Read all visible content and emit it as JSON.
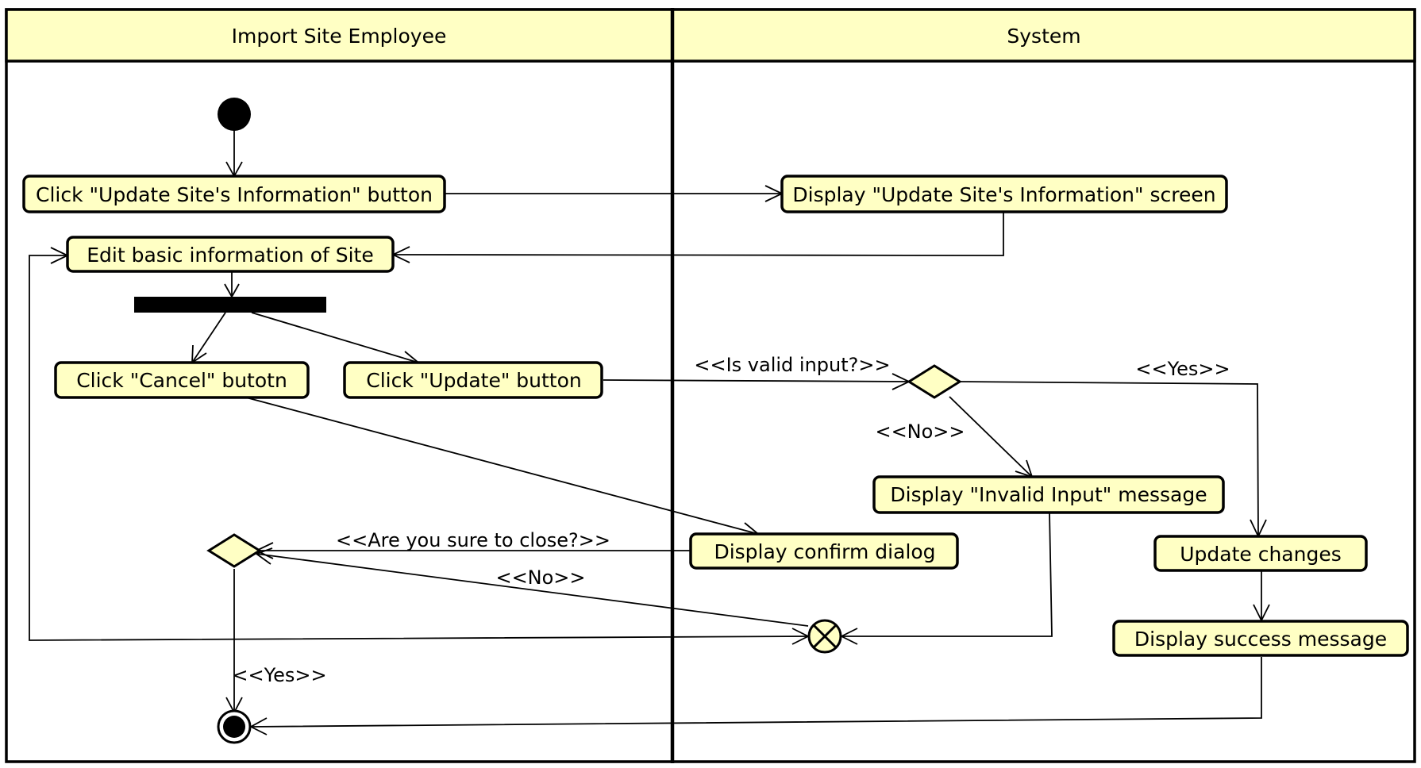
{
  "lanes": {
    "left_title": "Import Site Employee",
    "right_title": "System"
  },
  "actions": {
    "click_update_info": "Click \"Update Site's Information\" button",
    "display_update_screen": "Display \"Update Site's Information\" screen",
    "edit_basic_info": "Edit basic information of Site",
    "click_cancel": "Click \"Cancel\" butotn",
    "click_update": "Click \"Update\" button",
    "display_invalid": "Display \"Invalid Input\" message",
    "display_confirm": "Display confirm dialog",
    "update_changes": "Update changes",
    "display_success": "Display success message"
  },
  "guards": {
    "is_valid_input": "<<Is valid input?>>",
    "valid_yes": "<<Yes>>",
    "valid_no": "<<No>>",
    "are_you_sure": "<<Are you sure to close?>>",
    "close_no": "<<No>>",
    "close_yes": "<<Yes>>"
  },
  "colors": {
    "node_fill": "#ffffc4",
    "lane_header_fill": "#ffffc4",
    "stroke": "#000000"
  }
}
